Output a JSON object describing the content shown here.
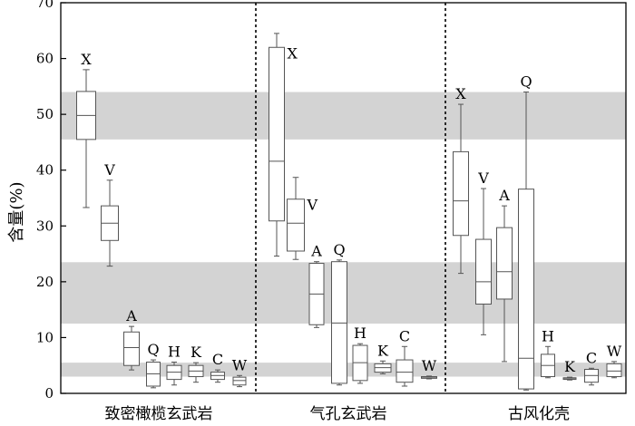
{
  "chart_data": {
    "type": "boxplot",
    "ylabel": "含量(%)",
    "ylim": [
      0,
      70
    ],
    "yticks": [
      0,
      10,
      20,
      30,
      40,
      50,
      60,
      70
    ],
    "bands": [
      [
        3,
        5.5
      ],
      [
        12.5,
        23.5
      ],
      [
        45.5,
        54
      ]
    ],
    "groups": [
      {
        "name": "致密橄榄玄武岩",
        "boxes": [
          {
            "label": "X",
            "whisker_low": 33.3,
            "q1": 45.5,
            "median": 49.8,
            "q3": 54.1,
            "whisker_high": 58.0
          },
          {
            "label": "V",
            "whisker_low": 22.8,
            "q1": 27.4,
            "median": 30.5,
            "q3": 33.6,
            "whisker_high": 38.2
          },
          {
            "label": "A",
            "whisker_low": 4.2,
            "q1": 5.0,
            "median": 8.2,
            "q3": 11.0,
            "whisker_high": 12.0
          },
          {
            "label": "Q",
            "whisker_low": 1.0,
            "q1": 1.3,
            "median": 3.5,
            "q3": 5.6,
            "whisker_high": 6.0
          },
          {
            "label": "H",
            "whisker_low": 1.5,
            "q1": 2.5,
            "median": 3.8,
            "q3": 5.0,
            "whisker_high": 5.6
          },
          {
            "label": "K",
            "whisker_low": 2.0,
            "q1": 3.0,
            "median": 4.0,
            "q3": 5.0,
            "whisker_high": 5.5
          },
          {
            "label": "C",
            "whisker_low": 2.0,
            "q1": 2.5,
            "median": 3.2,
            "q3": 3.8,
            "whisker_high": 4.2
          },
          {
            "label": "W",
            "whisker_low": 1.2,
            "q1": 1.5,
            "median": 2.3,
            "q3": 2.9,
            "whisker_high": 3.2
          }
        ]
      },
      {
        "name": "气孔玄武岩",
        "boxes": [
          {
            "label": "X",
            "whisker_low": 24.6,
            "q1": 30.9,
            "median": 41.6,
            "q3": 62.0,
            "whisker_high": 64.5
          },
          {
            "label": "V",
            "whisker_low": 24.0,
            "q1": 25.5,
            "median": 30.5,
            "q3": 34.8,
            "whisker_high": 38.7
          },
          {
            "label": "A",
            "whisker_low": 11.8,
            "q1": 12.3,
            "median": 17.8,
            "q3": 23.3,
            "whisker_high": 23.6
          },
          {
            "label": "Q",
            "whisker_low": 1.5,
            "q1": 1.8,
            "median": 12.6,
            "q3": 23.6,
            "whisker_high": 23.9
          },
          {
            "label": "H",
            "whisker_low": 1.8,
            "q1": 2.3,
            "median": 5.5,
            "q3": 8.6,
            "whisker_high": 8.9
          },
          {
            "label": "K",
            "whisker_low": 3.5,
            "q1": 3.8,
            "median": 4.6,
            "q3": 5.3,
            "whisker_high": 5.8
          },
          {
            "label": "C",
            "whisker_low": 1.3,
            "q1": 2.0,
            "median": 3.8,
            "q3": 6.0,
            "whisker_high": 8.4
          },
          {
            "label": "W",
            "whisker_low": 2.6,
            "q1": 2.7,
            "median": 2.9,
            "q3": 3.0,
            "whisker_high": 3.1
          }
        ]
      },
      {
        "name": "古风化壳",
        "boxes": [
          {
            "label": "X",
            "whisker_low": 21.5,
            "q1": 28.3,
            "median": 34.5,
            "q3": 43.3,
            "whisker_high": 51.8
          },
          {
            "label": "V",
            "whisker_low": 10.5,
            "q1": 16.0,
            "median": 20.0,
            "q3": 27.6,
            "whisker_high": 36.7
          },
          {
            "label": "A",
            "whisker_low": 5.7,
            "q1": 16.9,
            "median": 21.8,
            "q3": 29.7,
            "whisker_high": 33.6
          },
          {
            "label": "Q",
            "whisker_low": 0.6,
            "q1": 0.8,
            "median": 6.3,
            "q3": 36.6,
            "whisker_high": 54.0
          },
          {
            "label": "H",
            "whisker_low": 2.8,
            "q1": 3.0,
            "median": 5.0,
            "q3": 7.0,
            "whisker_high": 8.4
          },
          {
            "label": "K",
            "whisker_low": 2.4,
            "q1": 2.5,
            "median": 2.6,
            "q3": 2.8,
            "whisker_high": 2.9
          },
          {
            "label": "C",
            "whisker_low": 1.5,
            "q1": 2.0,
            "median": 3.2,
            "q3": 4.3,
            "whisker_high": 4.5
          },
          {
            "label": "W",
            "whisker_low": 2.8,
            "q1": 3.0,
            "median": 4.0,
            "q3": 5.3,
            "whisker_high": 5.7
          }
        ]
      }
    ]
  }
}
